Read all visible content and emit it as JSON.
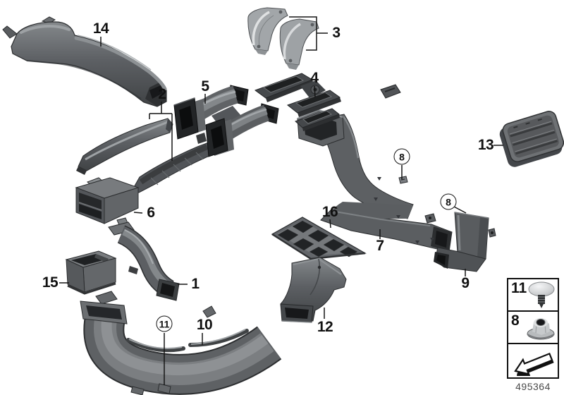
{
  "diagram": {
    "callouts": [
      {
        "id": "14",
        "label": "14",
        "shape": "plain"
      },
      {
        "id": "2",
        "label": "2",
        "shape": "plain"
      },
      {
        "id": "3",
        "label": "3",
        "shape": "plain"
      },
      {
        "id": "5",
        "label": "5",
        "shape": "plain"
      },
      {
        "id": "4",
        "label": "4",
        "shape": "plain"
      },
      {
        "id": "6",
        "label": "6",
        "shape": "plain"
      },
      {
        "id": "13",
        "label": "13",
        "shape": "plain"
      },
      {
        "id": "8a",
        "label": "8",
        "shape": "circled"
      },
      {
        "id": "8b",
        "label": "8",
        "shape": "circled"
      },
      {
        "id": "16",
        "label": "16",
        "shape": "plain"
      },
      {
        "id": "7",
        "label": "7",
        "shape": "plain"
      },
      {
        "id": "9",
        "label": "9",
        "shape": "plain"
      },
      {
        "id": "15",
        "label": "15",
        "shape": "plain"
      },
      {
        "id": "1",
        "label": "1",
        "shape": "plain"
      },
      {
        "id": "11",
        "label": "11",
        "shape": "circled"
      },
      {
        "id": "10",
        "label": "10",
        "shape": "plain"
      },
      {
        "id": "12",
        "label": "12",
        "shape": "plain"
      }
    ],
    "legend": {
      "rows": [
        {
          "label": "11",
          "icon": "push-rivet-icon"
        },
        {
          "label": "8",
          "icon": "hex-nut-icon"
        },
        {
          "label": "",
          "icon": "direction-arrow-icon"
        }
      ]
    },
    "footer": {
      "diagram_number": "495364"
    },
    "colors": {
      "background": "#ffffff",
      "line": "#161616",
      "part_mid": "#5e6164",
      "part_dark": "#2c2e30",
      "part_light": "#8c9093",
      "bracket_light": "#a2a6a9"
    }
  }
}
